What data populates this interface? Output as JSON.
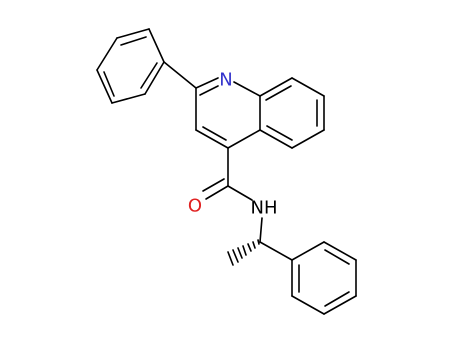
{
  "atoms": {
    "nitrogen_ring": {
      "symbol": "N",
      "color": "#3333cc"
    },
    "oxygen": {
      "symbol": "O",
      "color": "#e02020"
    },
    "nitrogen_amide": {
      "symbol": "NH",
      "color": "#000000"
    }
  },
  "colors": {
    "bond": "#000000",
    "background": "#ffffff"
  }
}
